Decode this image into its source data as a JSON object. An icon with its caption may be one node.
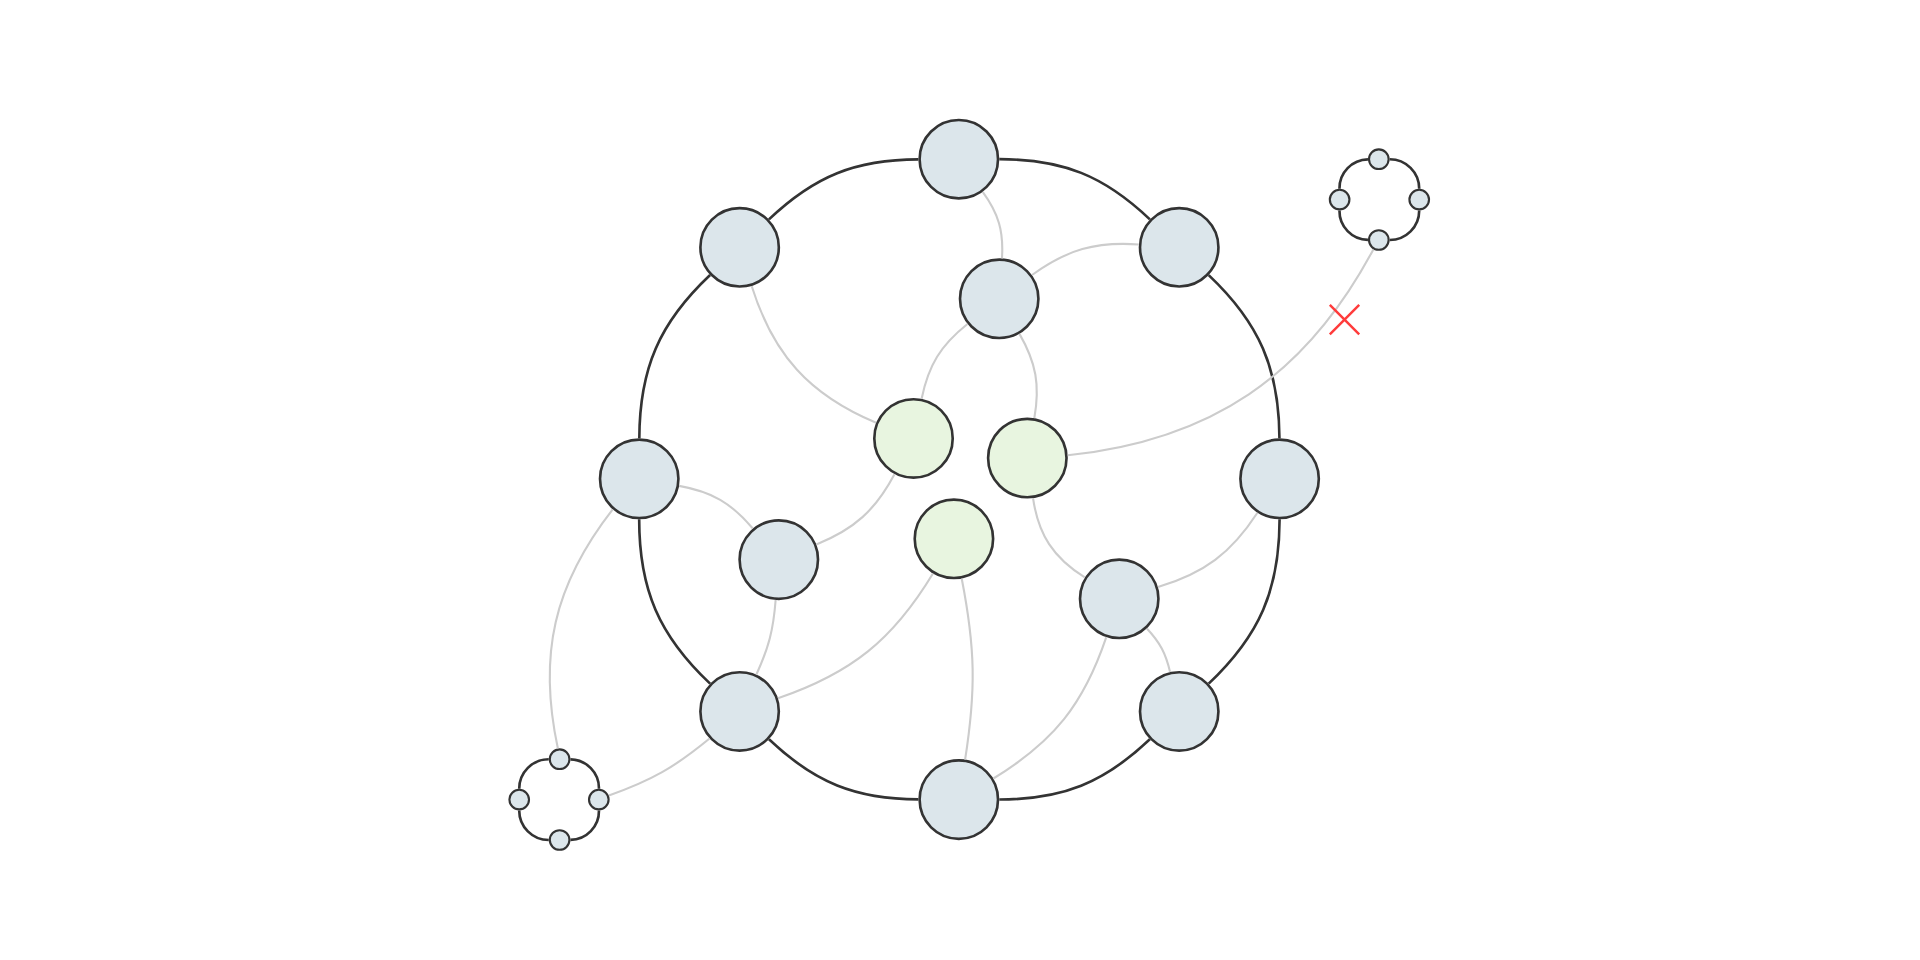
{
  "diagram": {
    "nodes": [
      {
        "text": [],
        "shape": "circle"
      },
      {
        "text": [],
        "shape": "circle"
      },
      {
        "text": [],
        "shape": "circle"
      },
      {
        "text": [],
        "shape": "circle"
      },
      {
        "text": [],
        "shape": "circle"
      },
      {
        "text": [],
        "shape": "circle"
      },
      {
        "text": [],
        "shape": "circle"
      },
      {
        "text": [],
        "shape": "circle"
      },
      {
        "text": [],
        "shape": "circle"
      },
      {
        "text": [],
        "shape": "circle"
      },
      {
        "text": [],
        "shape": "circle"
      },
      {
        "text": [],
        "shape": "circle"
      },
      {
        "text": [],
        "shape": "circle"
      },
      {
        "text": [],
        "shape": "circle"
      },
      {
        "text": [],
        "shape": "circle"
      },
      {
        "text": [],
        "shape": "circle"
      },
      {
        "text": [],
        "shape": "circle"
      },
      {
        "text": [],
        "shape": "circle"
      },
      {
        "text": [],
        "shape": "circle"
      },
      {
        "text": [],
        "shape": "circle"
      },
      {
        "text": [],
        "shape": "circle"
      },
      {
        "text": [],
        "shape": "circle"
      }
    ],
    "edges": [
      {
        "from": 0,
        "to": 2,
        "arrow": "none",
        "color": "#333333"
      },
      {
        "from": 2,
        "to": 4,
        "arrow": "none",
        "color": "#333333"
      },
      {
        "from": 4,
        "to": 6,
        "arrow": "none",
        "color": "#333333"
      },
      {
        "from": 6,
        "to": 7,
        "arrow": "none",
        "color": "#333333"
      },
      {
        "from": 7,
        "to": 5,
        "arrow": "none",
        "color": "#333333"
      },
      {
        "from": 5,
        "to": 3,
        "arrow": "none",
        "color": "#333333"
      },
      {
        "from": 3,
        "to": 1,
        "arrow": "none",
        "color": "#333333"
      },
      {
        "from": 1,
        "to": 0,
        "arrow": "none",
        "color": "#333333"
      },
      {
        "from": 14,
        "to": 16,
        "arrow": "none",
        "color": "#333333"
      },
      {
        "from": 16,
        "to": 17,
        "arrow": "none",
        "color": "#333333"
      },
      {
        "from": 17,
        "to": 15,
        "arrow": "none",
        "color": "#333333"
      },
      {
        "from": 15,
        "to": 14,
        "arrow": "none",
        "color": "#333333"
      },
      {
        "from": 18,
        "to": 20,
        "arrow": "none",
        "color": "#333333"
      },
      {
        "from": 20,
        "to": 21,
        "arrow": "none",
        "color": "#333333"
      },
      {
        "from": 21,
        "to": 19,
        "arrow": "none",
        "color": "#333333"
      },
      {
        "from": 19,
        "to": 18,
        "arrow": "none",
        "color": "#333333"
      },
      {
        "from": 0,
        "to": 8,
        "arrow": "none"
      },
      {
        "from": 8,
        "to": 2,
        "arrow": "none"
      },
      {
        "from": 1,
        "to": 11,
        "arrow": "none"
      },
      {
        "from": 8,
        "to": 11,
        "arrow": "none"
      },
      {
        "from": 8,
        "to": 12,
        "arrow": "none"
      },
      {
        "from": 12,
        "to": 17,
        "arrow": "none"
      },
      {
        "from": 3,
        "to": 9,
        "arrow": "none"
      },
      {
        "from": 9,
        "to": 11,
        "arrow": "none"
      },
      {
        "from": 3,
        "to": 18,
        "arrow": "none"
      },
      {
        "from": 5,
        "to": 20,
        "arrow": "none"
      },
      {
        "from": 9,
        "to": 5,
        "arrow": "none"
      },
      {
        "from": 13,
        "to": 5,
        "arrow": "none"
      },
      {
        "from": 13,
        "to": 7,
        "arrow": "none"
      },
      {
        "from": 12,
        "to": 10,
        "arrow": "none"
      },
      {
        "from": 10,
        "to": 4,
        "arrow": "none"
      },
      {
        "from": 10,
        "to": 7,
        "arrow": "none"
      },
      {
        "from": 10,
        "to": 6,
        "arrow": "none"
      }
    ]
  }
}
